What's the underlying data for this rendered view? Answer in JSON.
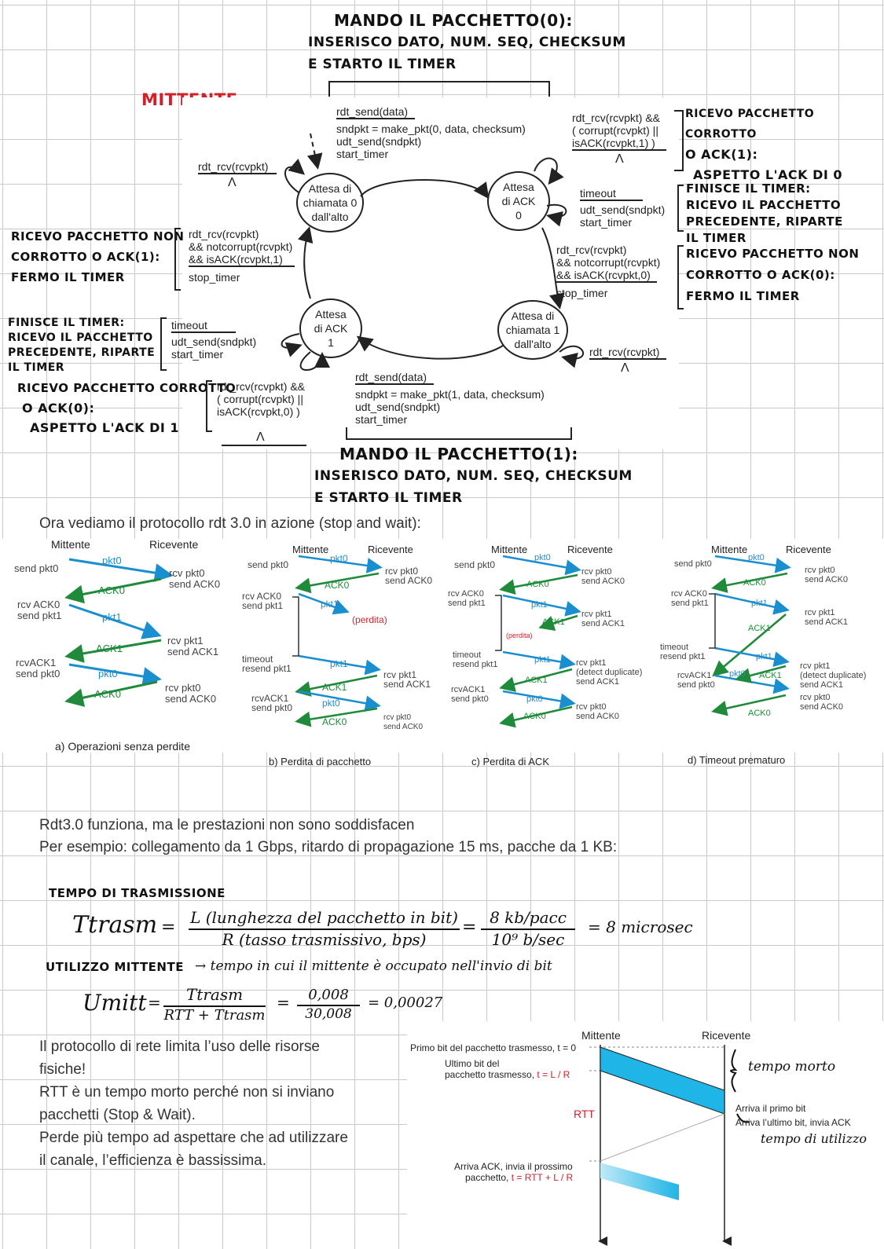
{
  "fsm": {
    "top_title": "MANDO IL PACCHETTO(0):",
    "top_line2": "INSERISCO DATO, NUM. SEQ, CHECKSUM",
    "top_line3": "E STARTO IL TIMER",
    "mittente": "MITTENTE",
    "states": {
      "wait_call_0": "Attesa di chiamata 0 dall'alto",
      "wait_ack_0": "Attesa di ACK 0",
      "wait_ack_1": "Attesa di ACK 1",
      "wait_call_1": "Attesa di chiamata 1 dall'alto"
    },
    "t_send0": [
      "rdt_send(data)",
      "sndpkt = make_pkt(0, data, checksum)",
      "udt_send(sndpkt)",
      "start_timer"
    ],
    "t_corrupt_top": [
      "rdt_rcv(rcvpkt) &&",
      "( corrupt(rcvpkt) ||",
      "isACK(rcvpkt,1) )"
    ],
    "lambda": "Λ",
    "note_top_right": [
      "RICEVO PACCHETTO CORROTTO",
      "O ACK(1):",
      "ASPETTO L'ACK DI 0"
    ],
    "t_rcv_left_top": "rdt_rcv(rcvpkt)",
    "t_timeout_right": [
      "timeout",
      "udt_send(sndpkt)",
      "start_timer"
    ],
    "note_timeout_right": [
      "FINISCE IL TIMER:",
      "RICEVO IL PACCHETTO",
      "PRECEDENTE, RIPARTE",
      "IL TIMER"
    ],
    "note_left_ok": [
      "RICEVO PACCHETTO NON",
      "CORROTTO O ACK(1):",
      "FERMO IL TIMER"
    ],
    "t_ok_ack1": [
      "rdt_rcv(rcvpkt)",
      "&& notcorrupt(rcvpkt)",
      "&& isACK(rcvpkt,1)",
      "stop_timer"
    ],
    "t_ok_ack0": [
      "rdt_rcv(rcvpkt)",
      "&& notcorrupt(rcvpkt)",
      "&& isACK(rcvpkt,0)",
      "stop_timer"
    ],
    "note_right_ok": [
      "RICEVO PACCHETTO NON",
      "CORROTTO O ACK(0):",
      "FERMO IL TIMER"
    ],
    "note_timeout_left": [
      "FINISCE IL TIMER:",
      "RICEVO IL PACCHETTO",
      "PRECEDENTE, RIPARTE",
      "IL TIMER"
    ],
    "t_timeout_left": [
      "timeout",
      "udt_send(sndpkt)",
      "start_timer"
    ],
    "t_rcv_right_bottom": "rdt_rcv(rcvpkt)",
    "note_bottom_left": [
      "RICEVO PACCHETTO CORROTTO",
      "O ACK(0):",
      "ASPETTO L'ACK DI 1"
    ],
    "t_corrupt_bottom": [
      "rdt_rcv(rcvpkt) &&",
      "( corrupt(rcvpkt) ||",
      "isACK(rcvpkt,0) )"
    ],
    "t_send1": [
      "rdt_send(data)",
      "sndpkt = make_pkt(1, data, checksum)",
      "udt_send(sndpkt)",
      "start_timer"
    ],
    "bottom_title": "MANDO IL PACCHETTO(1):",
    "bottom_line2": "INSERISCO DATO, NUM. SEQ, CHECKSUM",
    "bottom_line3": "E STARTO IL TIMER"
  },
  "intro_text": "Ora vediamo il protocollo rdt 3.0 in azione (stop and wait):",
  "scenarios": {
    "mittente": "Mittente",
    "ricevente": "Ricevente",
    "a_caption": "a) Operazioni senza perdite",
    "b_caption": "b) Perdita di pacchetto",
    "c_caption": "c) Perdita di ACK",
    "d_caption": "d) Timeout prematuro",
    "a": {
      "left": [
        "send pkt0",
        "rcv ACK0",
        "send pkt1",
        "rcvACK1",
        "send pkt0"
      ],
      "right": [
        "rcv pkt0",
        "send ACK0",
        "rcv pkt1",
        "send ACK1",
        "rcv pkt0",
        "send ACK0"
      ],
      "arrows": [
        "pkt0",
        "ACK0",
        "pkt1",
        "ACK1",
        "pkt0",
        "ACK0"
      ]
    },
    "b": {
      "left": [
        "send pkt0",
        "rcv ACK0",
        "send pkt1",
        "timeout",
        "resend pkt1",
        "rcvACK1",
        "send pkt0"
      ],
      "right": [
        "rcv pkt0",
        "send ACK0",
        "rcv pkt1",
        "send ACK1",
        "rcv pkt0",
        "send ACK0"
      ],
      "loss": "(perdita)",
      "arrows": [
        "pkt0",
        "ACK0",
        "pkt1",
        "pkt1",
        "ACK1",
        "pkt0",
        "ACK0"
      ]
    },
    "c": {
      "left": [
        "send pkt0",
        "rcv ACK0",
        "send pkt1",
        "timeout",
        "resend pkt1",
        "rcvACK1",
        "send pkt0"
      ],
      "right": [
        "rcv pkt0",
        "send ACK0",
        "rcv pkt1",
        "send ACK1",
        "rcv pkt1",
        "(detect duplicate)",
        "send ACK1",
        "rcv pkt0",
        "send ACK0"
      ],
      "loss": "(perdita)",
      "arrows": [
        "pkt0",
        "ACK0",
        "pkt1",
        "ACK1",
        "pkt1",
        "ACK1",
        "pkt0",
        "ACK0"
      ]
    },
    "d": {
      "left": [
        "send pkt0",
        "rcv ACK0",
        "send pkt1",
        "timeout",
        "resend pkt1",
        "rcvACK1",
        "send pkt0"
      ],
      "right": [
        "rcv pkt0",
        "send ACK0",
        "rcv pkt1",
        "send ACK1",
        "rcv pkt1",
        "(detect duplicate)",
        "send ACK1",
        "rcv pkt0",
        "send ACK0"
      ],
      "arrows": [
        "pkt0",
        "ACK0",
        "pkt1",
        "ACK1",
        "pkt1",
        "pkt0",
        "ACK1",
        "ACK0"
      ]
    }
  },
  "perf": {
    "p1": "Rdt3.0 funziona, ma le prestazioni non sono soddisfacen",
    "p2": "Per esempio: collegamento da 1 Gbps, ritardo di propagazione 15 ms, pacche da 1 KB:",
    "tempo_title": "TEMPO DI TRASMISSIONE",
    "ttrasm": "Ttrasm",
    "eq": "=",
    "num1": "L (lunghezza del pacchetto in bit)",
    "den1": "R (tasso trasmissivo, bps)",
    "num2": "8 kb/pacc",
    "den2": "10⁹ b/sec",
    "res1": "= 8 microsec",
    "util_title": "UTILIZZO MITTENTE",
    "util_desc": "→ tempo in cui il mittente è occupato nell'invio di bit",
    "umitt": "Umitt",
    "num3": "Ttrasm",
    "den3": "RTT + Ttrasm",
    "num4": "0,008",
    "den4": "30,008",
    "res2": "= 0,00027"
  },
  "conclusion": [
    "Il protocollo di rete limita l’uso delle risorse",
    "fisiche!",
    "RTT è un tempo morto perché non si inviano",
    "pacchetti (Stop & Wait).",
    "Perde più tempo ad aspettare che ad utilizzare",
    "il canale, l’efficienza è bassissima."
  ],
  "timing": {
    "mittente": "Mittente",
    "ricevente": "Ricevente",
    "first_bit": "Primo bit del pacchetto trasmesso, t = 0",
    "last_bit_1": "Ultimo bit del",
    "last_bit_2": "pacchetto trasmesso,",
    "last_bit_t": "t = L / R",
    "rtt": "RTT",
    "arrive_first": "Arriva il primo bit",
    "arrive_last": "Arriva l’ultimo bit, invia ACK",
    "ack_arrives_1": "Arriva ACK, invia il prossimo",
    "ack_arrives_2": "pacchetto,",
    "ack_arrives_t": "t = RTT + L / R",
    "dead_time": "tempo morto",
    "useful_time": "tempo di utilizzo",
    "accent": "#1fb5e6",
    "red": "#d21f2a"
  }
}
